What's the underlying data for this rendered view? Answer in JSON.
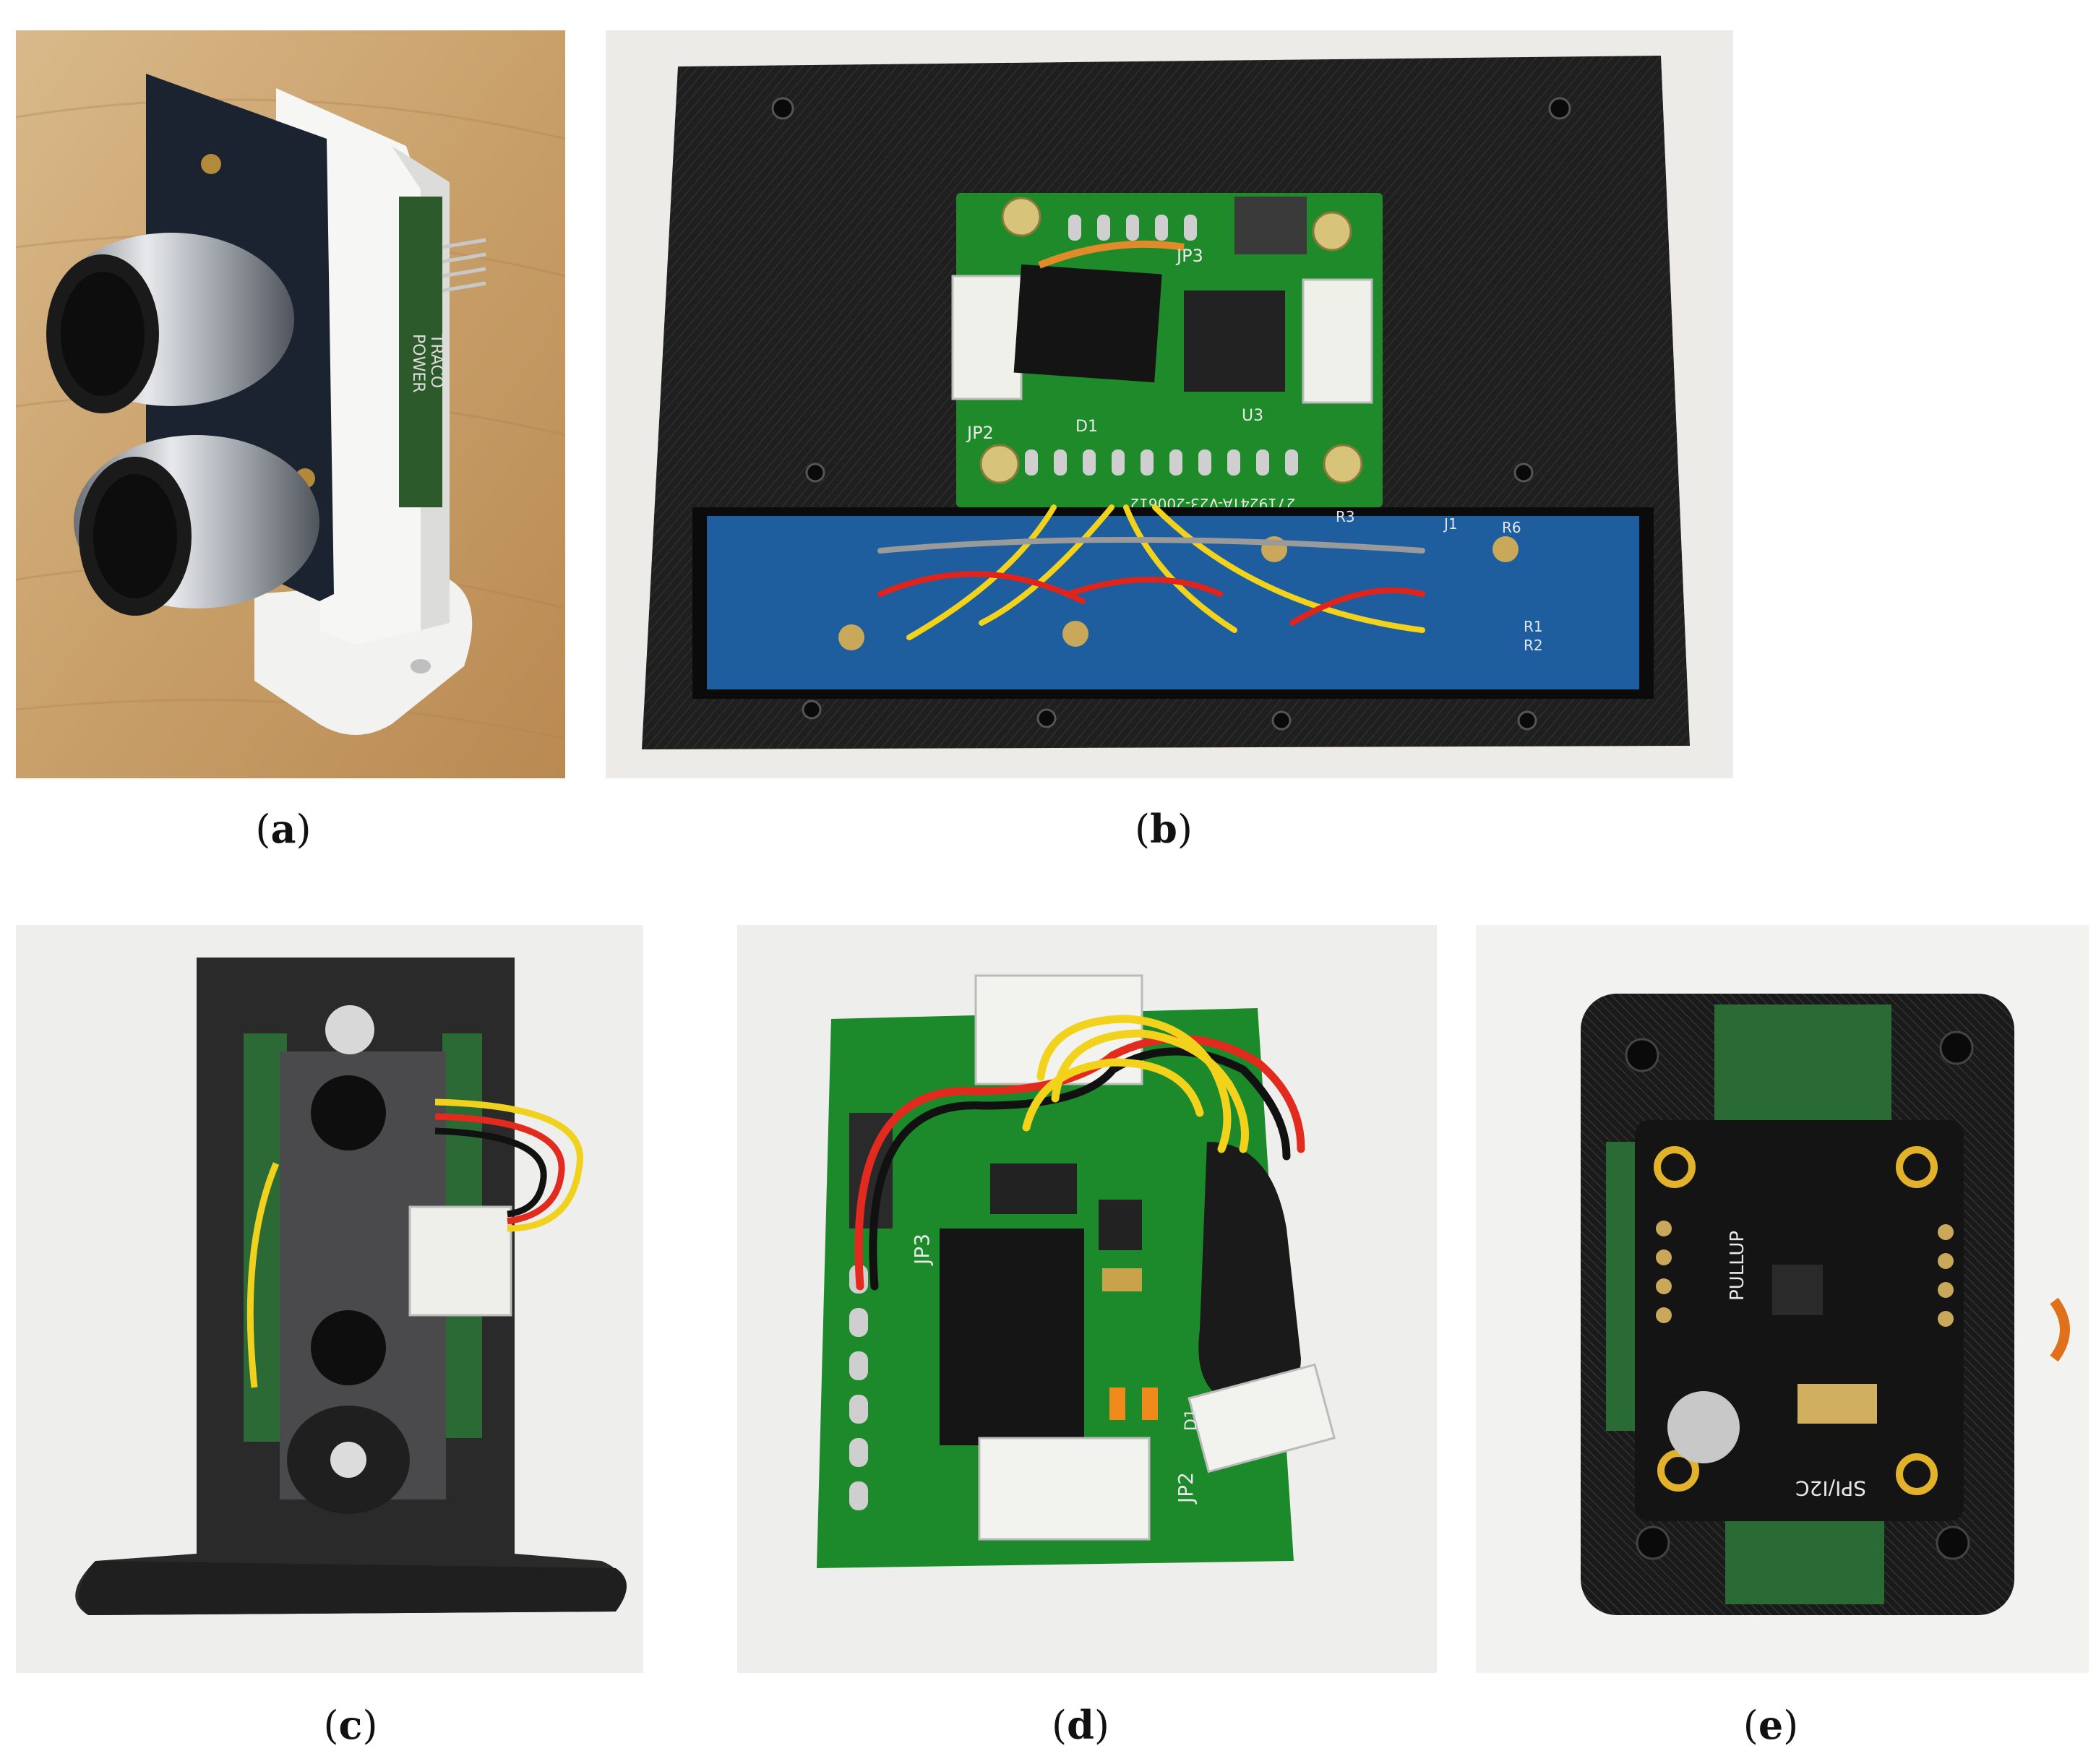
{
  "panels": [
    {
      "id": "a",
      "caption_open": "(",
      "caption_letter": "a",
      "caption_close": ")"
    },
    {
      "id": "b",
      "caption_open": "(",
      "caption_letter": "b",
      "caption_close": ")"
    },
    {
      "id": "c",
      "caption_open": "(",
      "caption_letter": "c",
      "caption_close": ")"
    },
    {
      "id": "d",
      "caption_open": "(",
      "caption_letter": "d",
      "caption_close": ")"
    },
    {
      "id": "e",
      "caption_open": "(",
      "caption_letter": "e",
      "caption_close": ")"
    }
  ],
  "photo_labels": {
    "a_trace": "TRACO",
    "a_power": "POWER",
    "b_board_id": "271924TA-V23-200612",
    "b_jp3": "JP3",
    "b_jp2": "JP2",
    "b_d1": "D1",
    "b_u3": "U3",
    "b_r1": "R1",
    "b_r2": "R2",
    "b_r3": "R3",
    "b_r6": "R6",
    "b_j1": "J1",
    "d_jp3": "JP3",
    "d_jp2": "JP2",
    "d_d1": "D1",
    "e_pullup": "PULLUP",
    "e_spi": "SPI/I2C"
  }
}
